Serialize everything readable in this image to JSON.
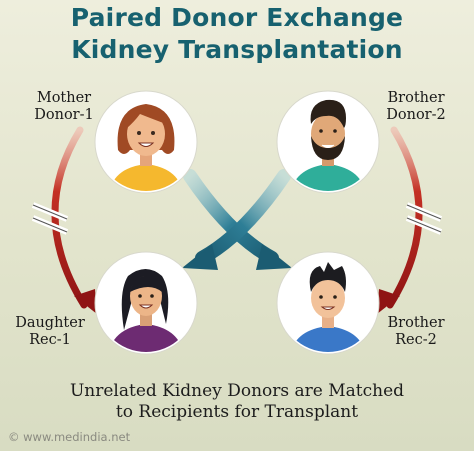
{
  "title": {
    "line1": "Paired Donor Exchange",
    "line2": "Kidney Transplantation"
  },
  "nodes": {
    "mother": {
      "line1": "Mother",
      "line2": "Donor-1"
    },
    "brother_donor": {
      "line1": "Brother",
      "line2": "Donor-2"
    },
    "daughter": {
      "line1": "Daughter",
      "line2": "Rec-1"
    },
    "brother_rec": {
      "line1": "Brother",
      "line2": "Rec-2"
    }
  },
  "caption": {
    "line1": "Unrelated Kidney Donors are Matched",
    "line2": "to Recipients for Transplant"
  },
  "credit": "© www.medindia.net",
  "colors": {
    "title": "#17616f",
    "cross_arrow": "#1f6f86",
    "blocked_arrow": "#b31d1d",
    "background": "#e6e6d2"
  }
}
